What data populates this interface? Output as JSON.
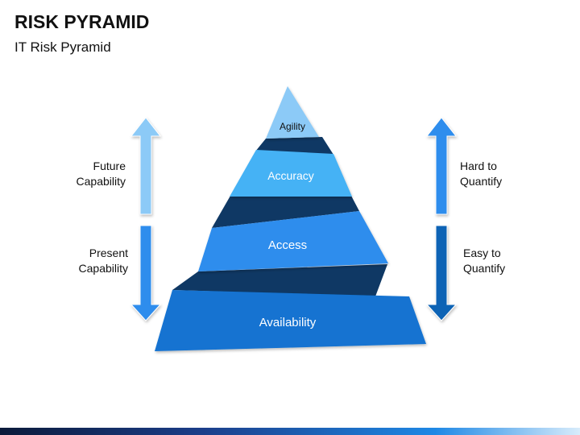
{
  "title": "RISK PYRAMID",
  "subtitle": "IT Risk Pyramid",
  "pyramid": {
    "tiers": [
      {
        "label": "Agility"
      },
      {
        "label": "Accuracy"
      },
      {
        "label": "Access"
      },
      {
        "label": "Availability"
      }
    ]
  },
  "left_labels": {
    "future": [
      "Future",
      "Capability"
    ],
    "present": [
      "Present",
      "Capability"
    ]
  },
  "right_labels": {
    "hard": [
      "Hard to",
      "Quantify"
    ],
    "easy": [
      "Easy to",
      "Quantify"
    ]
  },
  "colors": {
    "light_blue": "#8ccaf7",
    "sky_blue": "#45b2f5",
    "mid_blue": "#2f8ded",
    "deep_blue": "#1273d1",
    "dark_navy": "#0f3864",
    "text_dark": "#111111"
  }
}
